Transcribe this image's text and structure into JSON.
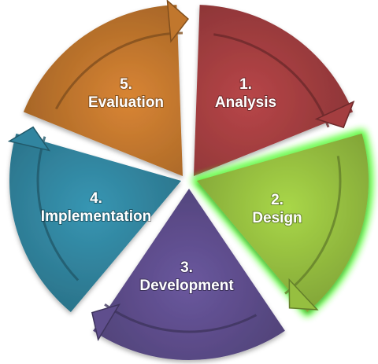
{
  "diagram": {
    "type": "cycle",
    "stages": [
      {
        "number": "1.",
        "label": "Analysis",
        "color": "#9c3b3d",
        "highlight": false
      },
      {
        "number": "2.",
        "label": "Design",
        "color": "#8fb63d",
        "highlight": true
      },
      {
        "number": "3.",
        "label": "Development",
        "color": "#5a4a86",
        "highlight": false
      },
      {
        "number": "4.",
        "label": "Implementation",
        "color": "#2f7f98",
        "highlight": false
      },
      {
        "number": "5.",
        "label": "Evaluation",
        "color": "#b8712b",
        "highlight": false
      }
    ],
    "highlight_glow": "#5cff3a"
  }
}
